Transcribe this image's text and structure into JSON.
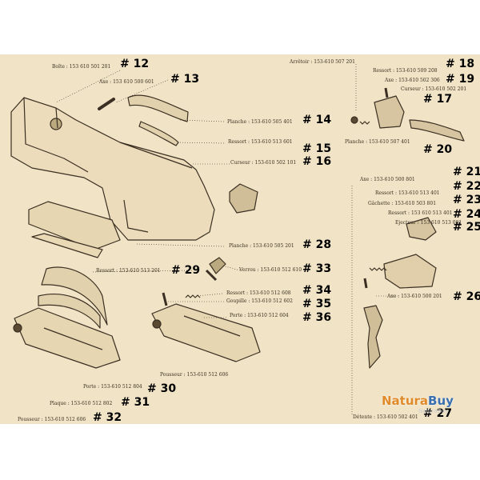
{
  "diagram": {
    "labels": {
      "boite": "Boîte : 153 610 501 201",
      "axe13": "Axe : 153 610 500 601",
      "planche14": "Planche : 153-610 505 401",
      "ressort15": "Ressort : 153-610 513 601",
      "curseur16": "Curseur : 153-610 502 101",
      "planche28": "Planche : 153-610 505 201",
      "ressort29": "Ressort : 153-610 513 201",
      "verrou33": "Verrou : 153-610 512 610",
      "ressort34": "Ressort : 153-610 512 608",
      "goupille35": "Goupille : 153-610 512 602",
      "porte36": "Porte : 153-610 512 604",
      "pousseur_mid": "Pousseur : 153-610 512 606",
      "porte30": "Porte : 153-610 512 804",
      "plaque31": "Plaque : 153-610 512 802",
      "pousseur32": "Pousseur : 153-610 512 606",
      "arretoir18": "Arrêtoir : 153-610 507 201",
      "ressort18": "Ressort : 153-610 509 208",
      "axe19": "Axe : 153-610 502 306",
      "curseur17": "Curseur : 153-610 502 201",
      "planche20": "Planche : 153-610 507 401",
      "axe21": "Axe : 153-610 500 801",
      "ressort22": "Ressort : 153-610 513 401",
      "gachette23": "Gâchette : 153-610 503 801",
      "ressort24": "Ressort : 153 610 513 401",
      "ejecteur25": "Ejecteur : 153 610 513 001",
      "axe26": "Axe : 153-610 500 201",
      "detente27": "Détente : 153-610 502 401"
    },
    "numbers": {
      "n12": "# 12",
      "n13": "# 13",
      "n14": "# 14",
      "n15": "# 15",
      "n16": "# 16",
      "n17": "# 17",
      "n18": "# 18",
      "n19": "# 19",
      "n20": "# 20",
      "n21": "# 21",
      "n22": "# 22",
      "n23": "# 23",
      "n24": "# 24",
      "n25": "# 25",
      "n26": "# 26",
      "n27": "# 27",
      "n28": "# 28",
      "n29": "# 29",
      "n30": "# 30",
      "n31": "# 31",
      "n32": "# 32",
      "n33": "# 33",
      "n34": "# 34",
      "n35": "# 35",
      "n36": "# 36"
    }
  },
  "watermark": {
    "brand_part1": "Natura",
    "brand_part2": "Buy",
    "sub": "NaturaBuy"
  },
  "colors": {
    "paper": "#f1e4c6",
    "ink": "#3a2f22",
    "watermark_orange": "#e08a2a",
    "watermark_blue": "#3a6fb0"
  }
}
